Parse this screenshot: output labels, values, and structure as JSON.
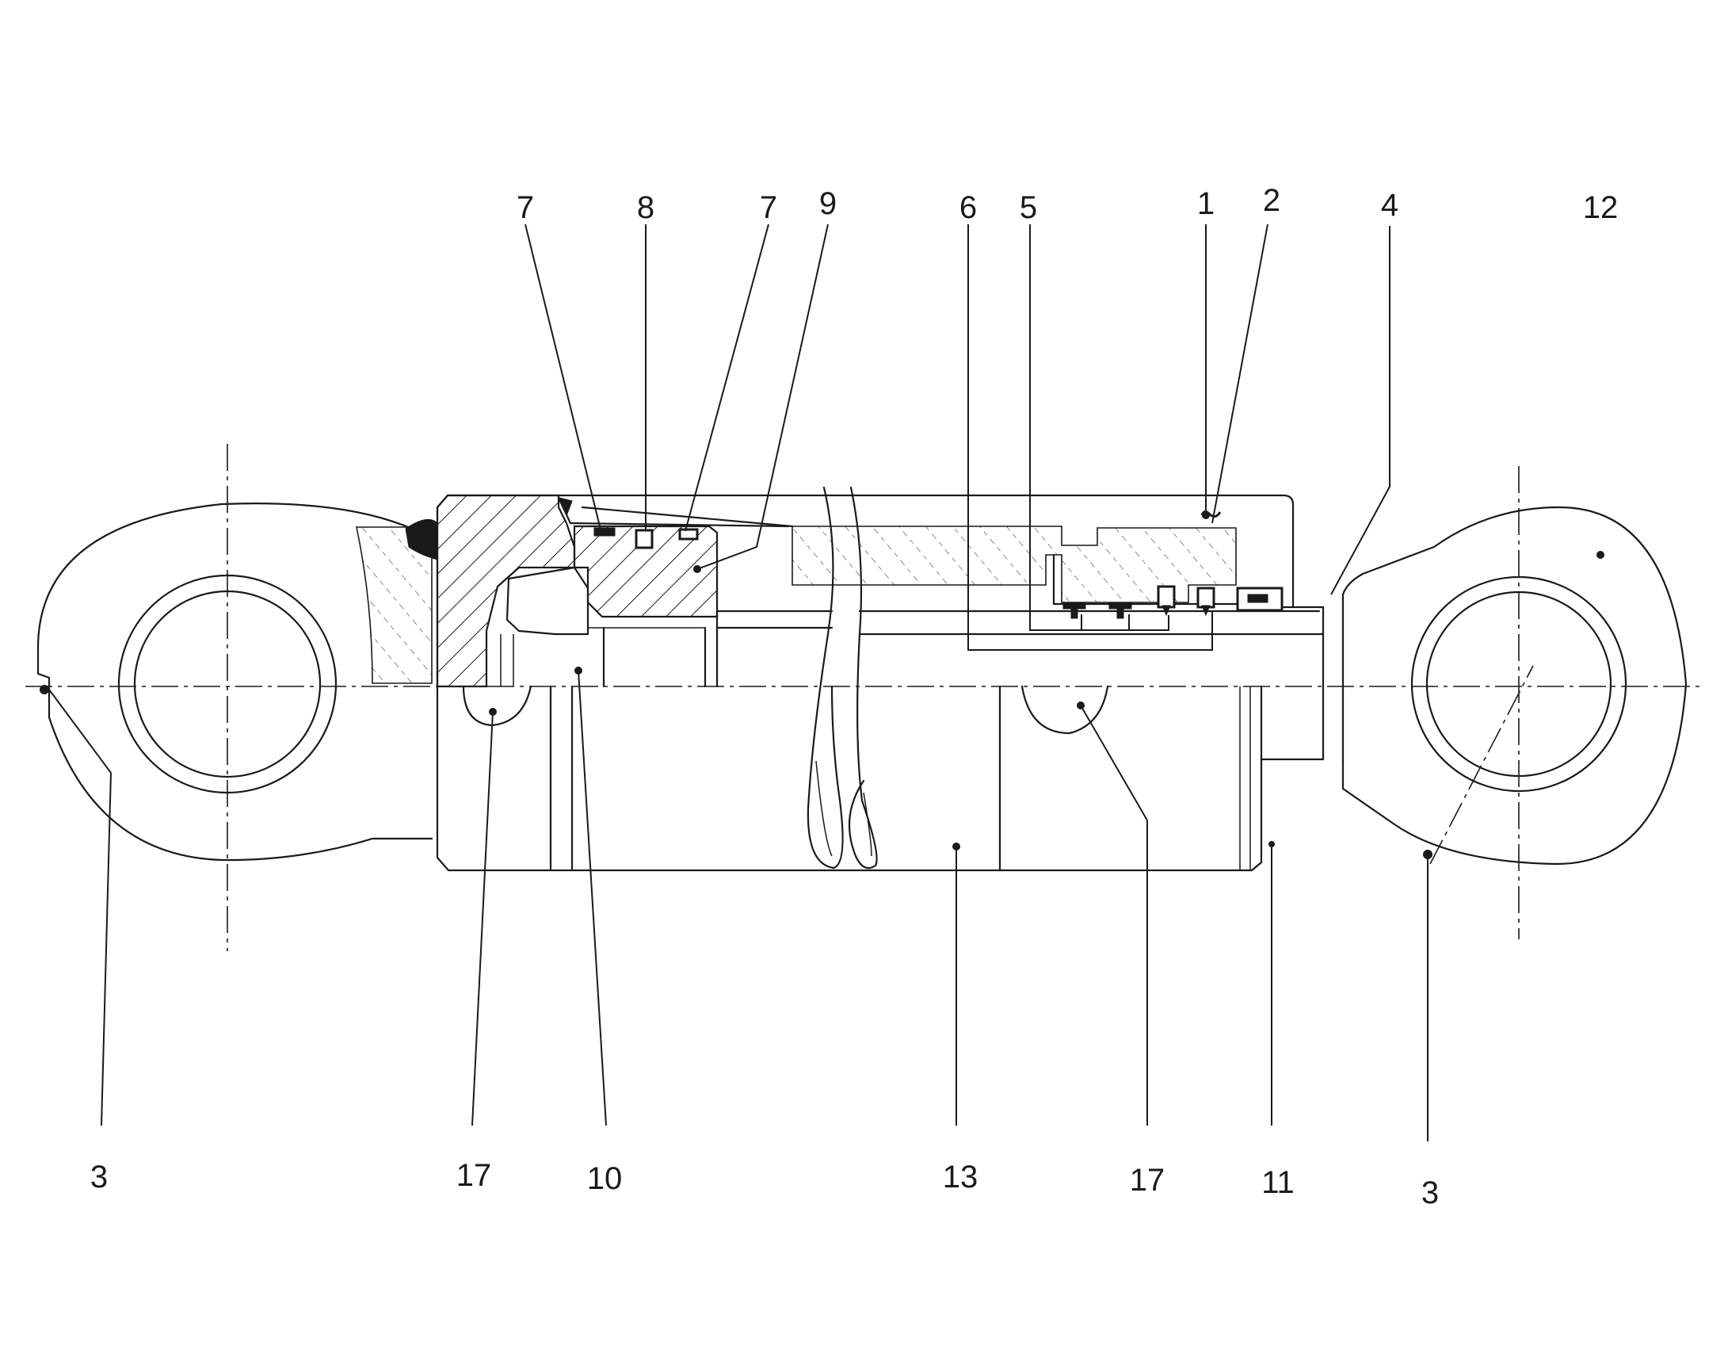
{
  "callouts_top": [
    "7",
    "8",
    "7",
    "9",
    "6",
    "5",
    "1",
    "2",
    "4",
    "12"
  ],
  "callouts_bottom": [
    "3",
    "17",
    "10",
    "13",
    "17",
    "11",
    "3"
  ],
  "colors": {
    "ink": "#1a1a1a",
    "paper": "#ffffff"
  }
}
